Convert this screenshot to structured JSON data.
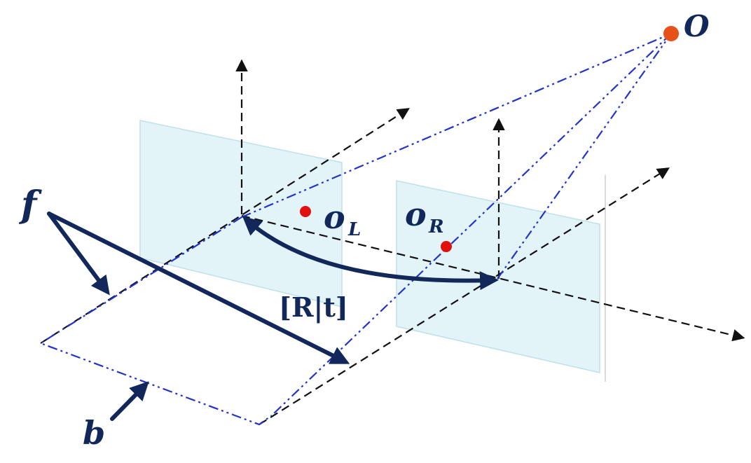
{
  "labels": {
    "point_O": "O",
    "left_center": "o",
    "left_center_sub": "L",
    "right_center": "o",
    "right_center_sub": "R",
    "focal": "f",
    "baseline": "b",
    "transform": "[R|t]"
  },
  "colors": {
    "navy": "#12285a",
    "blue_dashdot": "#2233cc",
    "plane_fill": "#e3f4f8",
    "plane_stroke": "#bfe0ea",
    "red_point": "#e01010",
    "orange_point": "#e8501a",
    "black_dash": "#111111"
  }
}
